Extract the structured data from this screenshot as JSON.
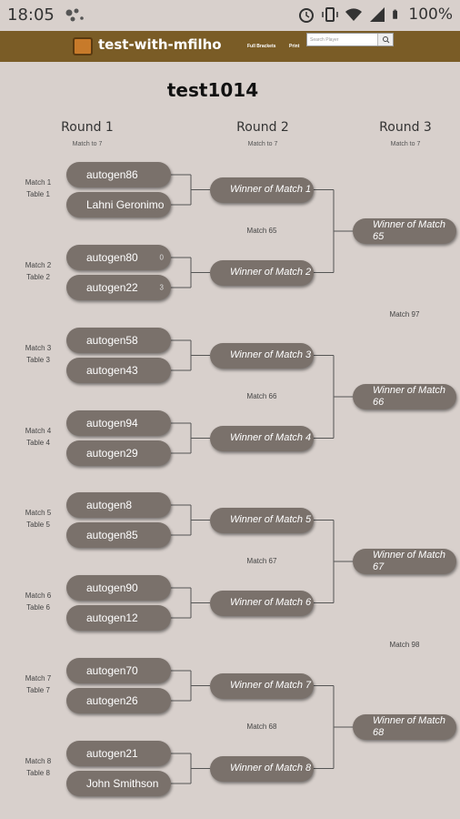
{
  "status": {
    "time": "18:05",
    "battery": "100%"
  },
  "app": {
    "title": "test-with-mfilho",
    "nav_full": "Full Brackets",
    "nav_print": "Print",
    "search_placeholder": "Search Player"
  },
  "page": {
    "heading": "test1014"
  },
  "rounds": [
    {
      "title": "Round 1",
      "subtitle": "Match to 7"
    },
    {
      "title": "Round 2",
      "subtitle": "Match to 7"
    },
    {
      "title": "Round 3",
      "subtitle": "Match to 7"
    }
  ],
  "round1": [
    {
      "match": "Match 1",
      "table": "Table 1",
      "p1": "autogen86",
      "p2": "Lahni Geronimo",
      "s1": "",
      "s2": ""
    },
    {
      "match": "Match 2",
      "table": "Table 2",
      "p1": "autogen80",
      "p2": "autogen22",
      "s1": "0",
      "s2": "3"
    },
    {
      "match": "Match 3",
      "table": "Table 3",
      "p1": "autogen58",
      "p2": "autogen43",
      "s1": "",
      "s2": ""
    },
    {
      "match": "Match 4",
      "table": "Table 4",
      "p1": "autogen94",
      "p2": "autogen29",
      "s1": "",
      "s2": ""
    },
    {
      "match": "Match 5",
      "table": "Table 5",
      "p1": "autogen8",
      "p2": "autogen85",
      "s1": "",
      "s2": ""
    },
    {
      "match": "Match 6",
      "table": "Table 6",
      "p1": "autogen90",
      "p2": "autogen12",
      "s1": "",
      "s2": ""
    },
    {
      "match": "Match 7",
      "table": "Table 7",
      "p1": "autogen70",
      "p2": "autogen26",
      "s1": "",
      "s2": ""
    },
    {
      "match": "Match 8",
      "table": "Table 8",
      "p1": "autogen21",
      "p2": "John Smithson",
      "s1": "",
      "s2": ""
    }
  ],
  "round2": [
    {
      "slot_a": "Winner of Match 1",
      "slot_b": "Winner of Match 2",
      "label": "Match 65"
    },
    {
      "slot_a": "Winner of Match 3",
      "slot_b": "Winner of Match 4",
      "label": "Match 66"
    },
    {
      "slot_a": "Winner of Match 5",
      "slot_b": "Winner of Match 6",
      "label": "Match 67"
    },
    {
      "slot_a": "Winner of Match 7",
      "slot_b": "Winner of Match 8",
      "label": "Match 68"
    }
  ],
  "round3": [
    {
      "slot_a": "Winner of Match 65",
      "slot_b": "Winner of Match 66",
      "label": "Match 97"
    },
    {
      "slot_a": "Winner of Match 67",
      "slot_b": "Winner of Match 68",
      "label": "Match 98"
    }
  ]
}
